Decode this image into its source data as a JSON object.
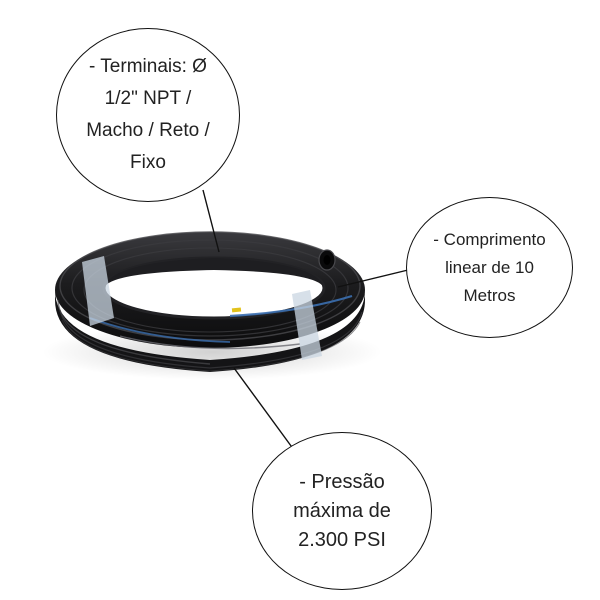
{
  "callouts": {
    "terminals": "- Terminais: Ø\n1/2\" NPT /\nMacho / Reto /\nFixo",
    "length": "- Comprimento\nlinear de 10\nMetros",
    "pressure": "- Pressão\nmáxima de\n2.300 PSI"
  },
  "colors": {
    "hose": "#1c1c1e",
    "hose_highlight": "#4a4a4e",
    "print_stripe": "#3b6fb0",
    "print_accent": "#e2c21c",
    "tape": "#c9d6e2",
    "line": "#111111"
  },
  "icons": {
    "product": "coiled-hydraulic-hose"
  }
}
